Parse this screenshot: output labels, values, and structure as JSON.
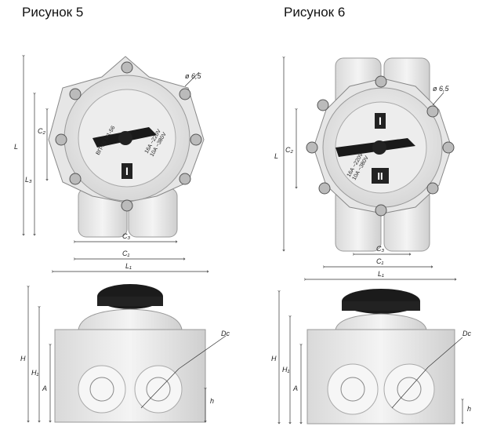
{
  "figures": [
    {
      "title": "Рисунок 5",
      "top_view": {
        "dims": {
          "L": "L",
          "L3": "L₃",
          "C2": "C₂",
          "C3": "C₃",
          "C1": "C₁",
          "L1": "L₁",
          "hole": "ø 6,5"
        },
        "dial": {
          "pos1": "I",
          "rating": "16A ~220V\n10A ~380V",
          "model": "ВП-16 М1-56"
        }
      },
      "side_view": {
        "dims": {
          "H": "H",
          "H1": "H₁",
          "A": "A",
          "h": "h",
          "Dc": "Dc"
        }
      }
    },
    {
      "title": "Рисунок 6",
      "top_view": {
        "dims": {
          "L": "L",
          "C2": "C₂",
          "C3": "C₃",
          "C1": "C₁",
          "L1": "L₁",
          "hole": "ø 6,5"
        },
        "dial": {
          "pos1": "I",
          "pos2": "II",
          "rating": "16A ~220V\n10A ~380V"
        }
      },
      "side_view": {
        "dims": {
          "H": "H",
          "H1": "H₁",
          "A": "A",
          "h": "h",
          "Dc": "Dc"
        }
      }
    }
  ]
}
